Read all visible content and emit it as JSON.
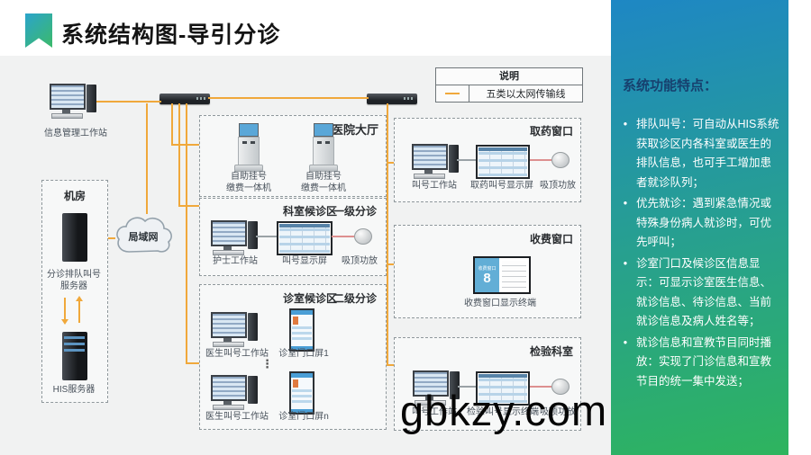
{
  "page": {
    "title": "系统结构图-导引分诊",
    "watermark": "gbkzy.com"
  },
  "legend": {
    "title": "说明",
    "items": [
      {
        "label": "五类以太网传输线",
        "color": "#f0a83b"
      }
    ]
  },
  "features": {
    "title": "系统功能特点：",
    "bullet_glyph": "•",
    "bullets": [
      "排队叫号：可自动从HIS系统获取诊区内各科室或医生的排队信息，也可手工增加患者就诊队列；",
      "优先就诊：遇到紧急情况或特殊身份病人就诊时，可优先呼叫；",
      "诊室门口及候诊区信息显示：可显示诊室医生信息、就诊信息、待诊信息、当前就诊信息及病人姓名等；",
      "就诊信息和宣教节目同时播放：实现了门诊信息和宣教节目的统一集中发送；"
    ]
  },
  "nodes": {
    "info_workstation": "信息管理工作站",
    "lan_cloud": "局域网",
    "server_room": {
      "title": "机房",
      "triage_server": "分诊排队叫号\n服务器",
      "his_server": "HIS服务器"
    }
  },
  "boxes": {
    "hall": {
      "title": "医院大厅",
      "kiosk1": "自助挂号\n缴费一体机",
      "kiosk2": "自助挂号\n缴费一体机"
    },
    "dept": {
      "title": "科室候诊区",
      "tag": "一级分诊",
      "workstation": "护士工作站",
      "screen": "叫号显示屏",
      "speaker": "吸顶功放"
    },
    "room": {
      "title": "诊室候诊区",
      "tag": "二级分诊",
      "ellipsis": "⋮",
      "rows": [
        {
          "workstation": "医生叫号工作站",
          "screen": "诊室门口屏1"
        },
        {
          "workstation": "医生叫号工作站",
          "screen": "诊室门口屏n"
        }
      ]
    },
    "pharmacy": {
      "title": "取药窗口",
      "workstation": "叫号工作站",
      "screen": "取药叫号显示屏",
      "speaker": "吸顶功放"
    },
    "fee": {
      "title": "收费窗口",
      "terminal": "收费窗口显示终端",
      "screen_header": "收费窗口",
      "number": "8"
    },
    "lab": {
      "title": "检验科室",
      "workstation": "叫号工作站",
      "screen": "检验叫号显示终端",
      "speaker": "吸顶功放"
    }
  },
  "colors": {
    "ethernet_orange": "#f0a83b",
    "audio_red": "#dd9090",
    "panel_gradient_top": "#1e87c4",
    "panel_gradient_bottom": "#2eb45e",
    "title_icon_gradient": "#2ba4cb → #3cba69"
  }
}
